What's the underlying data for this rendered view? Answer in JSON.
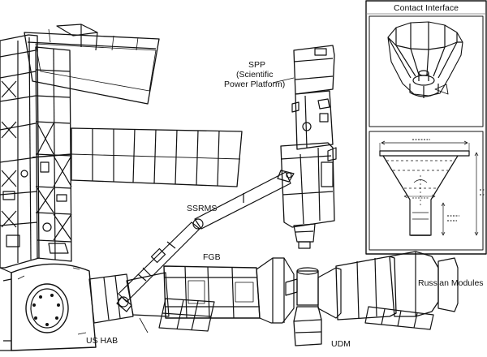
{
  "diagram": {
    "inset_title": "Contact Interface",
    "labels": {
      "spp": "SPP",
      "spp_line2": "(Scientific",
      "spp_line3": "Power Platform)",
      "ssrms": "SSRMS",
      "fgb": "FGB",
      "russian_modules": "Russian Modules",
      "us_hab": "US HAB",
      "udm": "UDM"
    },
    "colors": {
      "ink": "#111111",
      "paper": "#ffffff"
    }
  }
}
